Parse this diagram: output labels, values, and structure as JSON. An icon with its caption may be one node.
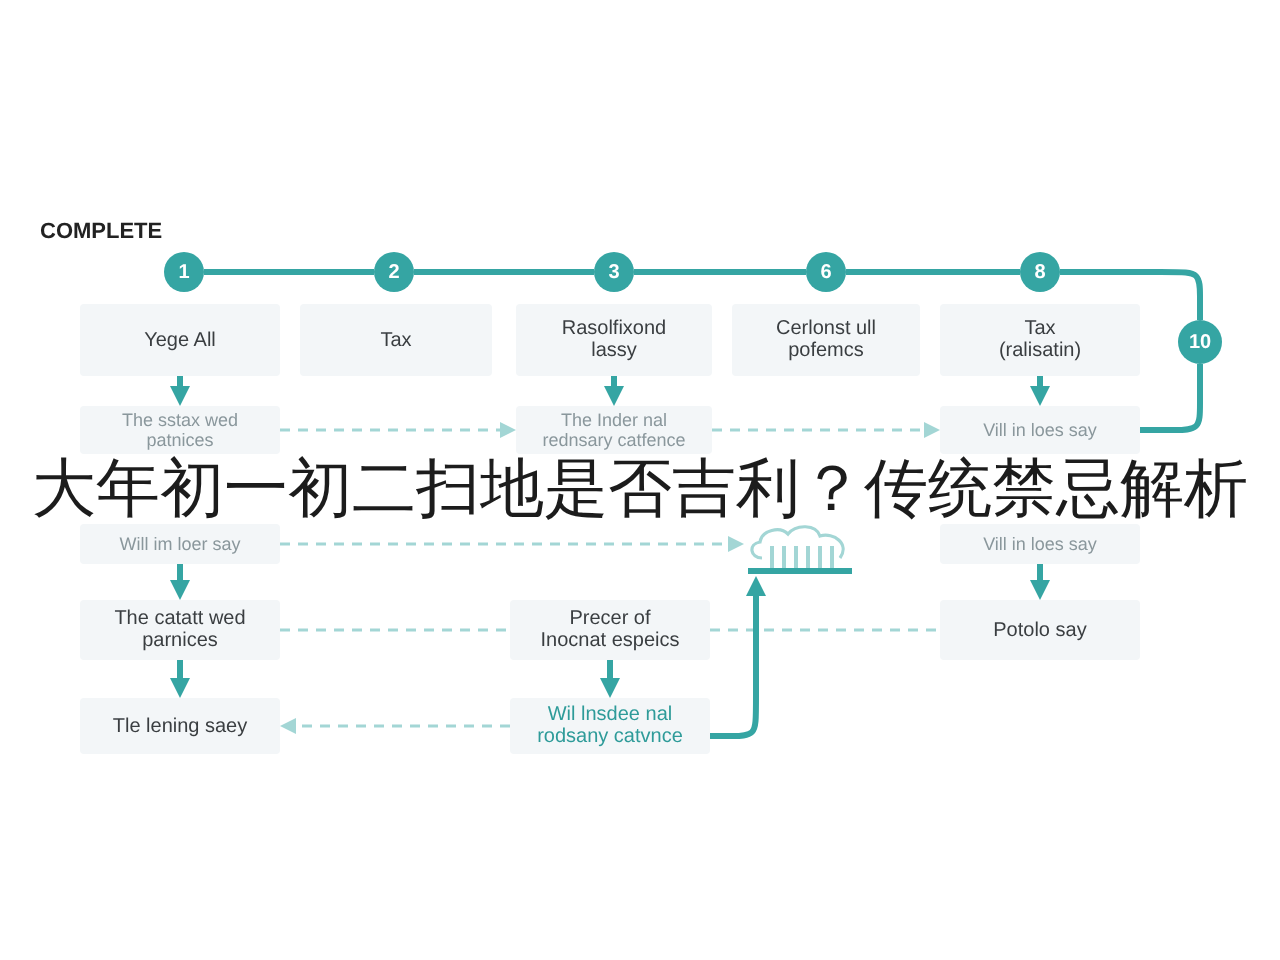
{
  "diagram": {
    "title": "大年初一初二扫地是否吉利？传统禁忌解析",
    "nodes": [
      {
        "text": [
          "1"
        ]
      },
      {
        "text": [
          "2"
        ]
      },
      {
        "text": [
          "3"
        ]
      },
      {
        "text": [
          "6"
        ]
      },
      {
        "text": [
          "8"
        ]
      },
      {
        "text": [
          "10"
        ]
      },
      {
        "text": [
          "Yege All"
        ]
      },
      {
        "text": [
          "Tax"
        ]
      },
      {
        "text": [
          "Rasolfixond lassy"
        ]
      },
      {
        "text": [
          "Cerlonst ull pofemcs"
        ]
      },
      {
        "text": [
          "Tax (ralisatin)"
        ]
      },
      {
        "text": [
          "The sstax wed patnices"
        ]
      },
      {
        "text": [
          "The Inder nal rednsary catfence"
        ]
      },
      {
        "text": [
          "Vill in loes say"
        ]
      },
      {
        "text": [
          "Will im loer say"
        ]
      },
      {
        "text": [],
        "shape": "cloud"
      },
      {
        "text": [
          "Vill in loes say"
        ]
      },
      {
        "text": [
          "The catatt wed parnices"
        ]
      },
      {
        "text": [
          "Precer of Inocnat espeics"
        ]
      },
      {
        "text": [
          "Potolo say"
        ]
      },
      {
        "text": [
          "Tle lening saey"
        ]
      },
      {
        "text": [
          "Wil lnsdee nal rodsany catvnce"
        ]
      }
    ],
    "edges": [
      {
        "from": 0,
        "to": 1,
        "arrow": "none"
      },
      {
        "from": 1,
        "to": 2,
        "arrow": "none"
      },
      {
        "from": 2,
        "to": 3,
        "arrow": "none"
      },
      {
        "from": 3,
        "to": 4,
        "arrow": "none"
      },
      {
        "from": 4,
        "to": 5,
        "arrow": "none"
      },
      {
        "from": 5,
        "to": 13,
        "arrow": "none"
      },
      {
        "from": 6,
        "to": 11,
        "arrow": "to"
      },
      {
        "from": 8,
        "to": 12,
        "arrow": "to"
      },
      {
        "from": 10,
        "to": 13,
        "arrow": "to"
      },
      {
        "from": 11,
        "to": 12,
        "arrow": "to",
        "style": "dashed",
        "color": "#a3d6d5"
      },
      {
        "from": 12,
        "to": 13,
        "arrow": "to",
        "style": "dashed",
        "color": "#a3d6d5"
      },
      {
        "from": 14,
        "to": 15,
        "arrow": "to",
        "style": "dashed",
        "color": "#a3d6d5"
      },
      {
        "from": 14,
        "to": 17,
        "arrow": "to"
      },
      {
        "from": 16,
        "to": 19,
        "arrow": "to"
      },
      {
        "from": 17,
        "to": 18,
        "arrow": "none",
        "style": "dashed",
        "color": "#a3d6d5"
      },
      {
        "from": 18,
        "to": 19,
        "arrow": "none",
        "style": "dashed",
        "color": "#a3d6d5"
      },
      {
        "from": 17,
        "to": 20,
        "arrow": "to"
      },
      {
        "from": 18,
        "to": 21,
        "arrow": "to"
      },
      {
        "from": 21,
        "to": 20,
        "arrow": "to",
        "style": "dashed",
        "color": "#a3d6d5"
      },
      {
        "from": 21,
        "to": 15,
        "arrow": "to"
      }
    ],
    "labels": [
      "COMPLETE"
    ]
  }
}
